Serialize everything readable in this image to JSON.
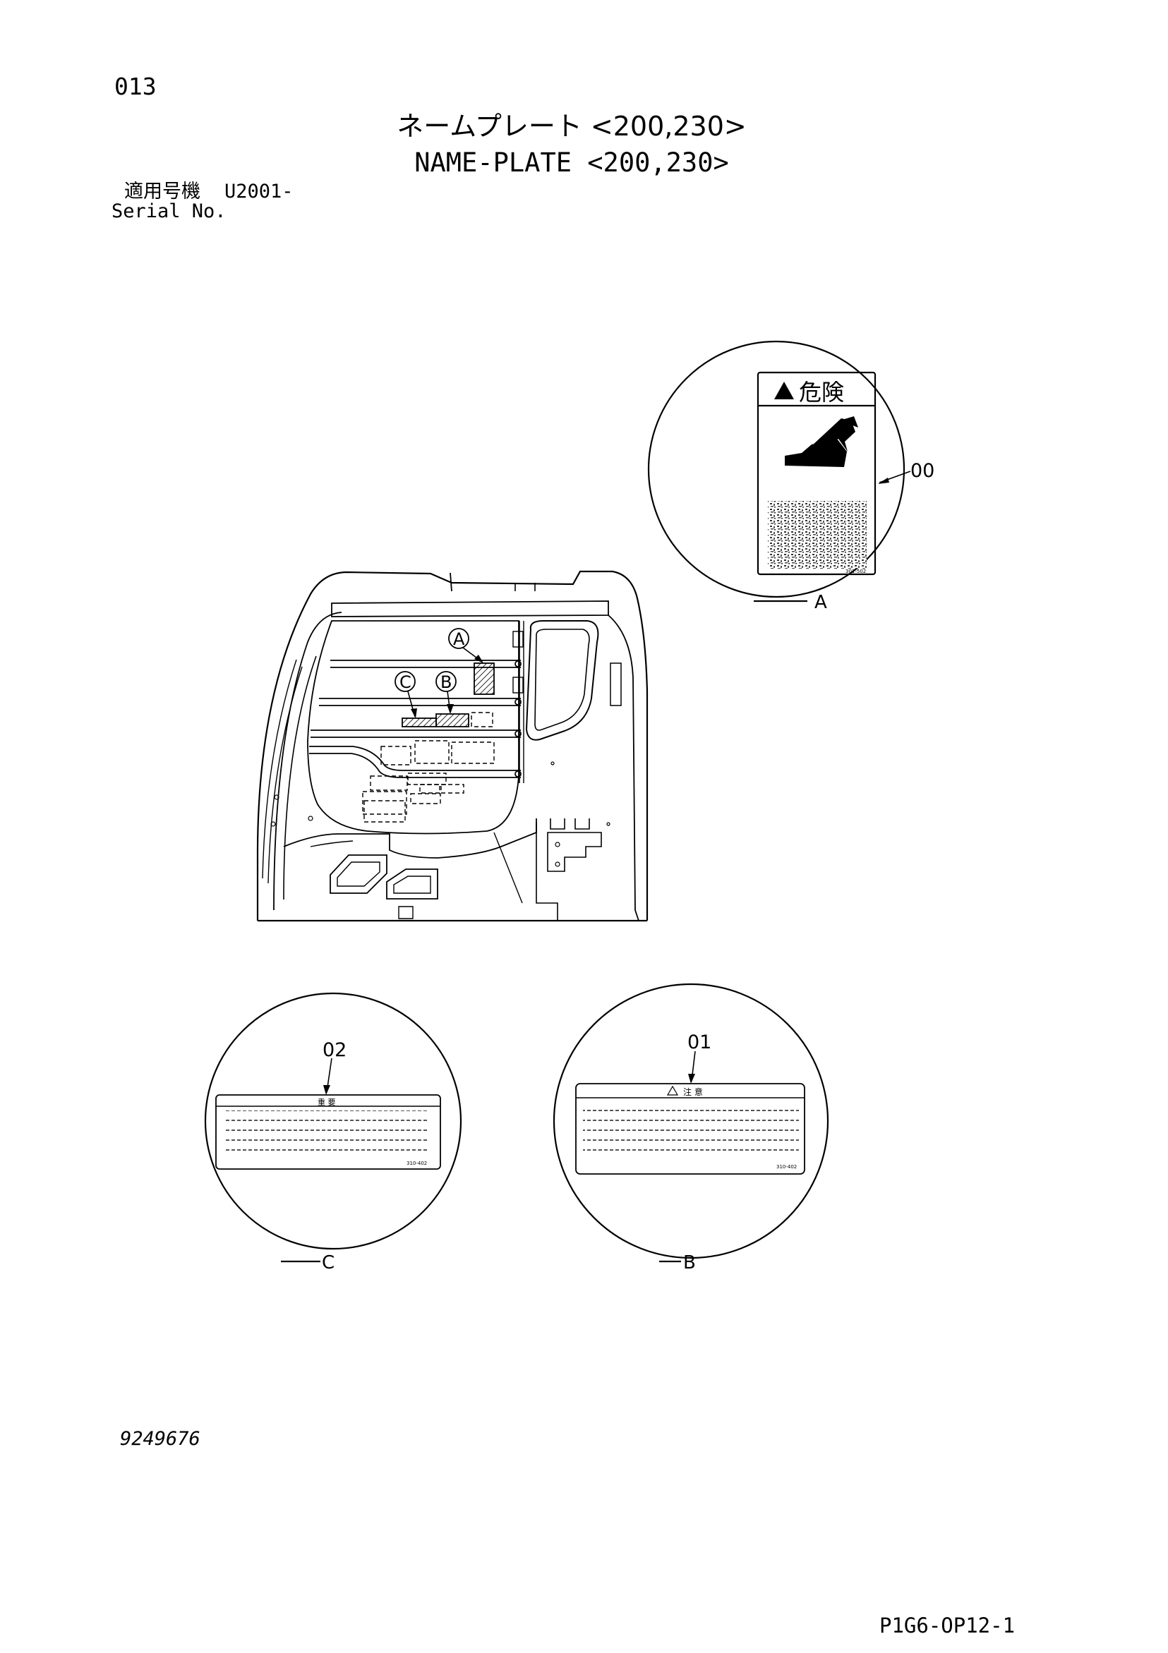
{
  "page_number": "013",
  "title_jp": "ネームプレート <200,230>",
  "title_en": "NAME-PLATE <200,230>",
  "serial": {
    "label_jp": "適用号機",
    "code": "U2001-",
    "label_en": "Serial No."
  },
  "callouts": {
    "a": "A",
    "b": "B",
    "c": "C"
  },
  "parts": {
    "p00": "00",
    "p01": "01",
    "p02": "02"
  },
  "labels": {
    "danger": "危険",
    "caution": "注 意",
    "important": "重 要"
  },
  "drawing_number": "9249676",
  "page_code": "P1G6-OP12-1",
  "colors": {
    "line": "#000000",
    "background": "#ffffff",
    "hatch": "#000000"
  }
}
